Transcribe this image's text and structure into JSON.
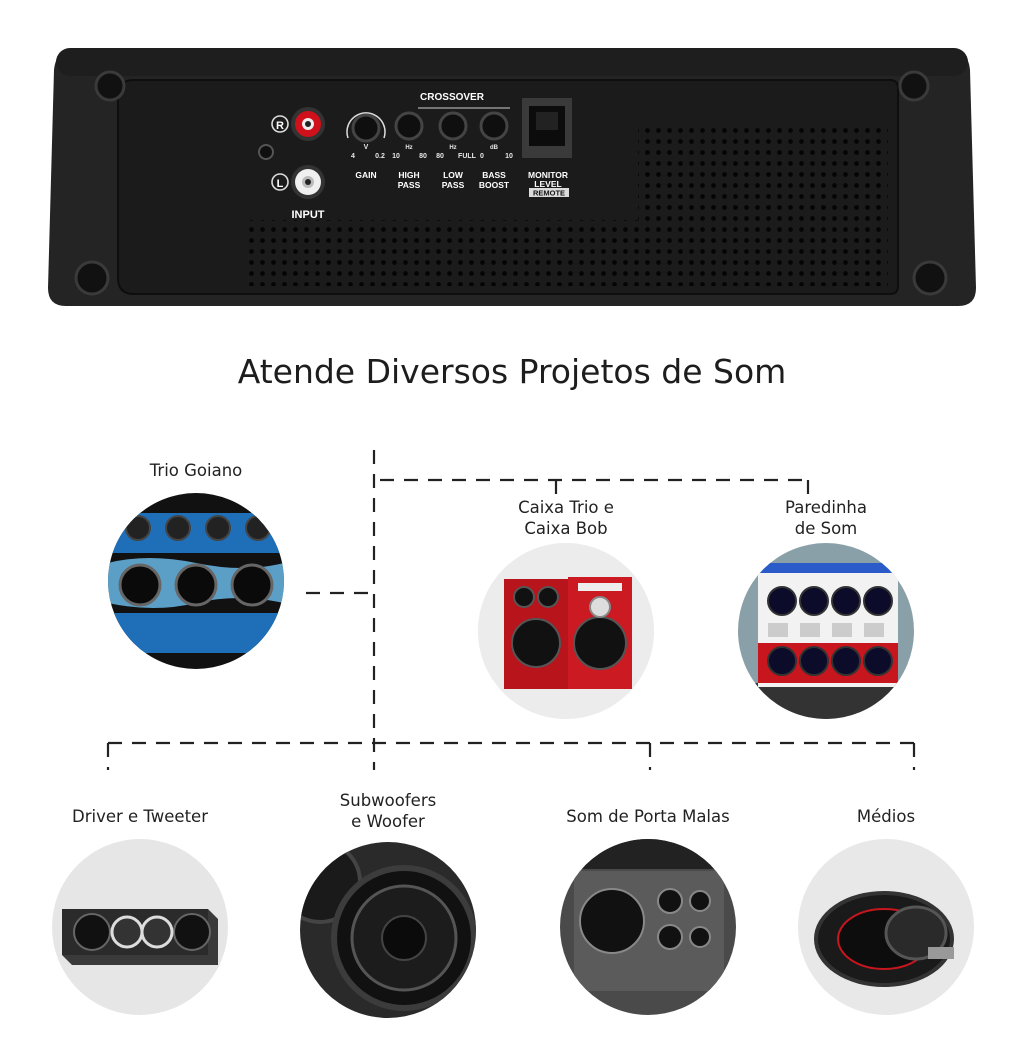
{
  "amplifier": {
    "input_label": "INPUT",
    "r_label": "R",
    "l_label": "L",
    "crossover_label": "CROSSOVER",
    "controls": [
      {
        "name": "GAIN",
        "unit": "V",
        "min": "4",
        "max": "0.2"
      },
      {
        "name": "HIGH\nPASS",
        "unit": "Hz",
        "min": "10",
        "max": "80"
      },
      {
        "name": "LOW\nPASS",
        "unit": "Hz",
        "min": "80",
        "max": "FULL"
      },
      {
        "name": "BASS\nBOOST",
        "unit": "dB",
        "min": "0",
        "max": "10"
      }
    ],
    "monitor_label": "MONITOR\nLEVEL",
    "remote_label": "REMOTE"
  },
  "headline": "Atende Diversos Projetos de Som",
  "items": {
    "trio_goiano": "Trio Goiano",
    "caixa_trio": "Caixa Trio e\nCaixa Bob",
    "paredinha": "Paredinha\nde Som",
    "driver_tweeter": "Driver e Tweeter",
    "subwoofers": "Subwoofers\ne Woofer",
    "porta_malas": "Som de Porta Malas",
    "medios": "Médios"
  },
  "colors": {
    "amp_body": "#222222",
    "panel": "#1a1a1a",
    "rca_red": "#d0101a",
    "accent_red": "#c8161e",
    "accent_blue": "#2f9be0"
  }
}
